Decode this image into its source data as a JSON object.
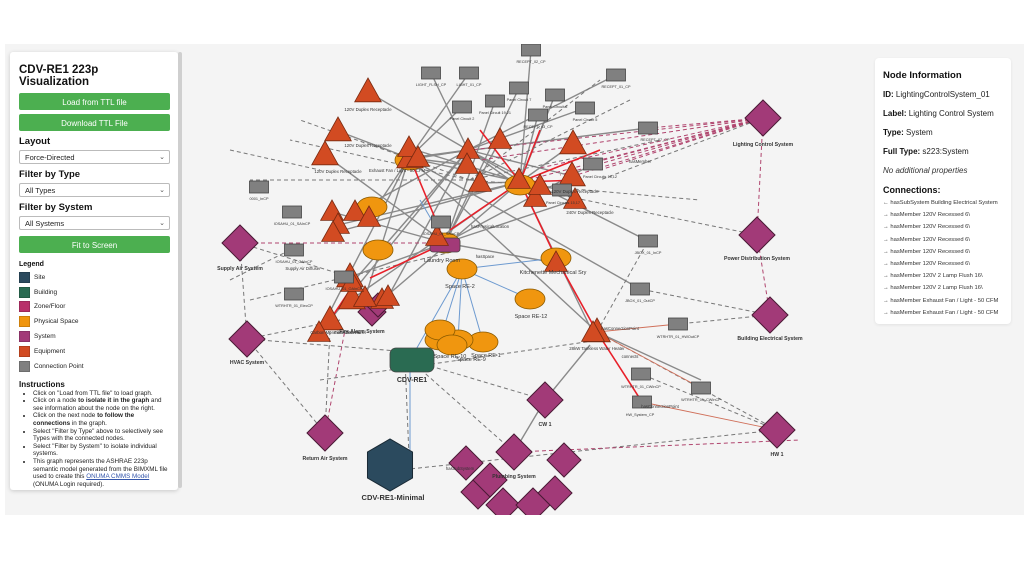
{
  "left_panel": {
    "title": "CDV-RE1 223p Visualization",
    "load_button": "Load from TTL file",
    "download_button": "Download TTL File",
    "layout": {
      "label": "Layout",
      "selected": "Force-Directed"
    },
    "filter_type": {
      "label": "Filter by Type",
      "selected": "All Types"
    },
    "filter_system": {
      "label": "Filter by System",
      "selected": "All Systems"
    },
    "fit_button": "Fit to Screen",
    "legend": {
      "title": "Legend",
      "items": [
        {
          "label": "Site",
          "color": "#2b4a5e"
        },
        {
          "label": "Building",
          "color": "#2a6b52"
        },
        {
          "label": "Zone/Floor",
          "color": "#b8306a"
        },
        {
          "label": "Physical Space",
          "color": "#f0960f"
        },
        {
          "label": "System",
          "color": "#a23a78"
        },
        {
          "label": "Equipment",
          "color": "#d24b22"
        },
        {
          "label": "Connection Point",
          "color": "#808080"
        }
      ]
    },
    "instructions": {
      "title": "Instructions",
      "items": [
        {
          "pre": "Click on \"Load from TTL file\" to load graph.",
          "bold": "",
          "post": ""
        },
        {
          "pre": "Click on a node ",
          "bold": "to isolate it in the graph",
          "post": " and see information about the node on the right."
        },
        {
          "pre": "Click on the next node ",
          "bold": "to follow the connections",
          "post": " in the graph."
        },
        {
          "pre": "Select \"Filter by Type\" above to selectively see Types with the connected nodes.",
          "bold": "",
          "post": ""
        },
        {
          "pre": "Select \"Filter by System\" to isolate individual systems.",
          "bold": "",
          "post": ""
        }
      ],
      "last": {
        "pre": "This graph represents the ASHRAE 223p semantic model generated from the BIMXML file used to create this ",
        "link": "ONUMA CMMS Model",
        "post": " (ONUMA Login required)."
      }
    }
  },
  "node_info": {
    "title": "Node Information",
    "id_label": "ID:",
    "id": "LightingControlSystem_01",
    "label_label": "Label:",
    "label": "Lighting Control System",
    "type_label": "Type:",
    "type": "System",
    "full_type_label": "Full Type:",
    "full_type": "s223:System",
    "no_props": "No additional properties",
    "connections_title": "Connections:",
    "connections": [
      "← hasSubSystem Building Electrical System",
      "→ hasMember 120V Recessed 6\\",
      "→ hasMember 120V Recessed 6\\",
      "→ hasMember 120V Recessed 6\\",
      "→ hasMember 120V Recessed 6\\",
      "→ hasMember 120V Recessed 6\\",
      "→ hasMember 120V 2 Lamp Flush 16\\",
      "→ hasMember 120V 2 Lamp Flush 16\\",
      "→ hasMember Exhaust Fan / Light - 50 CFM",
      "→ hasMember Exhaust Fan / Light - 50 CFM"
    ]
  },
  "graph": {
    "colors": {
      "site": "#2b4a5e",
      "building": "#2a6b52",
      "system": "#a23a78",
      "space": "#f0960f",
      "equipment": "#d24b22",
      "cp": "#808080",
      "highlight": "#e8202a"
    },
    "systems": [
      {
        "id": "lcs",
        "label": "Lighting Control System"
      },
      {
        "id": "pds",
        "label": "Power Distribution System"
      },
      {
        "id": "bes",
        "label": "Building Electrical System"
      },
      {
        "id": "hw1",
        "label": "HW 1"
      },
      {
        "id": "cw1",
        "label": "CW 1"
      },
      {
        "id": "plumb",
        "label": "Plumbing System"
      },
      {
        "id": "sas",
        "label": "Supply Air System"
      },
      {
        "id": "hvac",
        "label": "HVAC System"
      },
      {
        "id": "ras",
        "label": "Return Air System"
      },
      {
        "id": "fas",
        "label": "Fire Alarm System"
      }
    ],
    "building": {
      "label": "CDV-RE1"
    },
    "site": {
      "label": "CDV-RE1-Minimal"
    },
    "spaces": [
      {
        "label": "Space RE-2"
      },
      {
        "label": "Space RE-12"
      },
      {
        "label": "Space RE-1"
      },
      {
        "label": "Space RE-9"
      },
      {
        "label": "Space RE-10"
      },
      {
        "label": "Kitchenette Mechanical Sry"
      },
      {
        "label": "Laundry Room"
      }
    ],
    "equipment": [
      {
        "label": "120V Duplex Receptacle"
      },
      {
        "label": "120V Duplex Receptacle"
      },
      {
        "label": "120V Duplex Receptacle"
      },
      {
        "label": "240V Duplex Receptacle"
      },
      {
        "label": "120V Duplex Receptacle"
      },
      {
        "label": "Exhaust Fan / Light - 50 CFM"
      },
      {
        "label": "Supply Air Diffuser"
      },
      {
        "label": "Fire Alarm Panel"
      },
      {
        "label": "Carbon Monoxide Detector"
      },
      {
        "label": "28kW Tankless Water Heater"
      }
    ],
    "connection_points": [
      {
        "label": "RECEPT_02_CP"
      },
      {
        "label": "LIGHT_FLSH_CP"
      },
      {
        "label": "LIGHT_01_CP"
      },
      {
        "label": "Panel Circuit 7"
      },
      {
        "label": "Panel Circuit 6"
      },
      {
        "label": "RECEPT_01_CP"
      },
      {
        "label": "Panel Circuit 2"
      },
      {
        "label": "Panel Circuit 19,21"
      },
      {
        "label": "RECEPT_03_CP"
      },
      {
        "label": "Panel Circuit 5"
      },
      {
        "label": "RECEPT_07_CP"
      },
      {
        "label": "Panel Circuits 18,12"
      },
      {
        "label": "Panel Circuits 15,17"
      },
      {
        "label": "JBOX_01_InCP"
      },
      {
        "label": "JBOX_01_OutCP"
      },
      {
        "label": "0001_InCP"
      },
      {
        "label": "IOSAHU_01_SAInCP"
      },
      {
        "label": "IOSAHU_01_OAInCP"
      },
      {
        "label": "WTRHTR_01_ElecCP"
      },
      {
        "label": "WTRHTR_01_HWOutCP"
      },
      {
        "label": "WTRHTR_01_CWInCP"
      },
      {
        "label": "HW_System_CP"
      }
    ],
    "edge_labels": [
      "hasSpace",
      "hasConnectionPoint",
      "connects",
      "hasMember",
      "hasSubSystem",
      "hasPhysicalLocation"
    ]
  }
}
